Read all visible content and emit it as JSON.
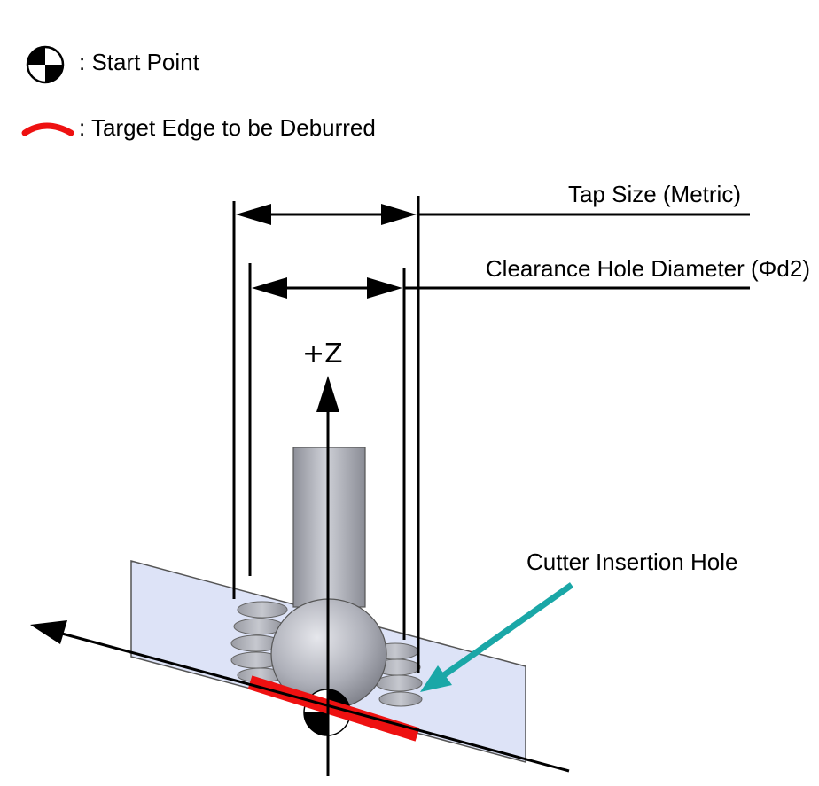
{
  "legend": {
    "start_point": ": Start Point",
    "target_edge": ": Target Edge to be Deburred"
  },
  "labels": {
    "tap_size": "Tap Size (Metric)",
    "clearance_hole": "Clearance Hole Diameter (Φd2)",
    "axis_z": "+Z",
    "cutter_insertion_hole": "Cutter Insertion Hole"
  },
  "colors": {
    "target_edge": "#ee1111",
    "leader_arrow": "#1aa7a7",
    "plate_fill": "#dde3f7",
    "tool_body": "#b7b9c2"
  },
  "icons": {
    "start_point": "start-point-icon",
    "target_edge": "target-edge-icon"
  }
}
